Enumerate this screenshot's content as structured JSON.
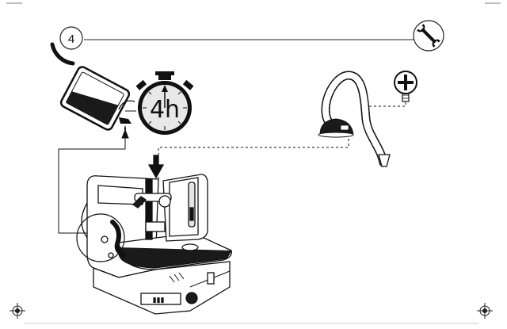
{
  "step": {
    "number": "4",
    "icon": "wrench-icon"
  },
  "timer": {
    "label": "4h",
    "icon": "stopwatch-icon"
  },
  "components": [
    {
      "name": "oil-can-icon"
    },
    {
      "name": "scroll-saw"
    },
    {
      "name": "flexible-lamp-arm"
    },
    {
      "name": "screw-icon"
    }
  ],
  "colors": {
    "line": "#222222",
    "fill_dark": "#1a1a1a",
    "fill_light": "#ffffff"
  }
}
